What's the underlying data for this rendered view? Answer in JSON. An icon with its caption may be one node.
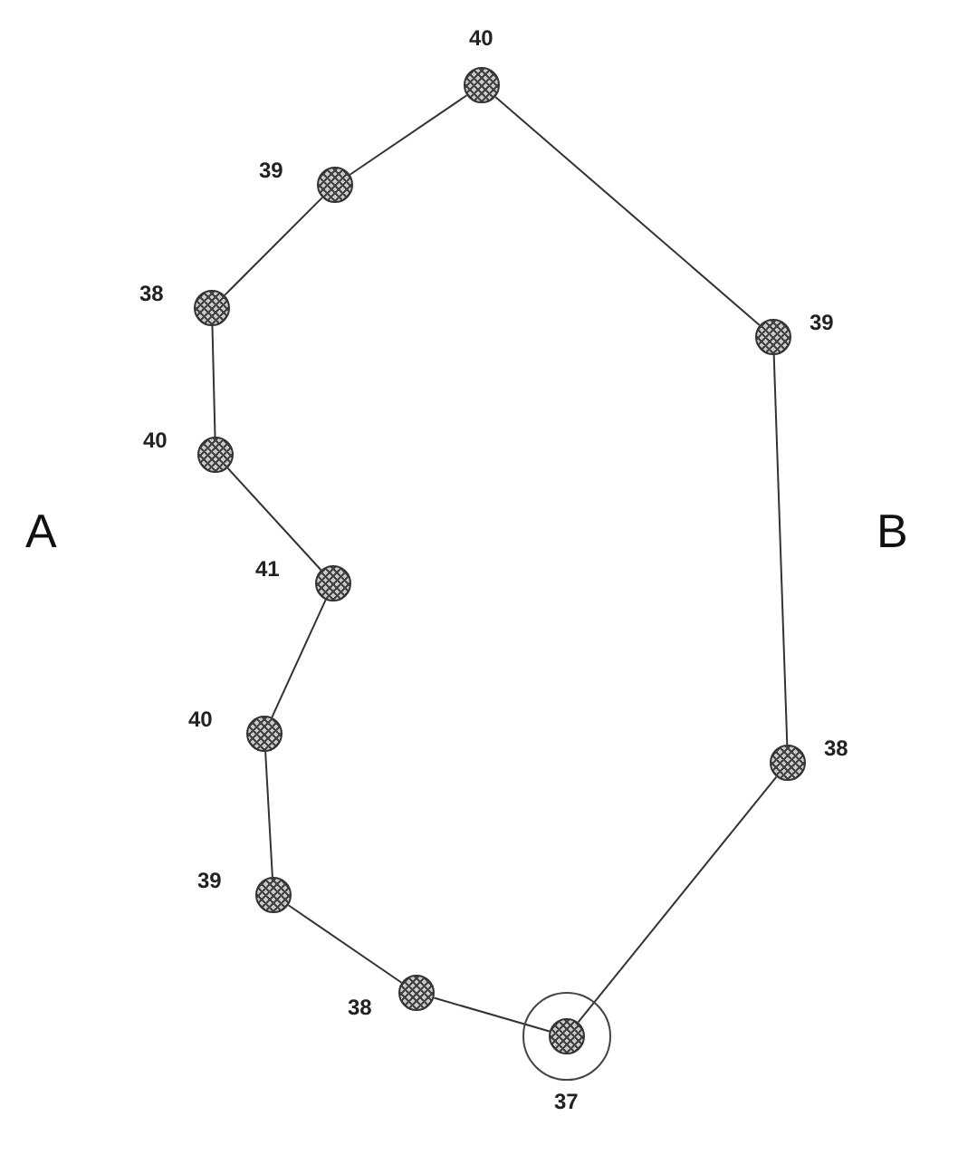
{
  "diagram": {
    "nodes": [
      {
        "text": [],
        "shape": "circle",
        "beside": [
          "40"
        ]
      },
      {
        "text": [],
        "shape": "circle",
        "beside": [
          "39"
        ]
      },
      {
        "text": [],
        "shape": "circle",
        "beside": [
          "38"
        ]
      },
      {
        "text": [],
        "shape": "circle",
        "beside": [
          "39"
        ]
      },
      {
        "text": [],
        "shape": "circle",
        "beside": [
          "40"
        ]
      },
      {
        "text": [],
        "shape": "circle",
        "beside": [
          "41"
        ]
      },
      {
        "text": [],
        "shape": "circle",
        "beside": [
          "40"
        ]
      },
      {
        "text": [],
        "shape": "circle",
        "beside": [
          "38"
        ]
      },
      {
        "text": [],
        "shape": "circle",
        "beside": [
          "39"
        ]
      },
      {
        "text": [],
        "shape": "circle",
        "beside": [
          "38"
        ]
      },
      {
        "text": [],
        "shape": "circle",
        "beside": [
          "37"
        ]
      }
    ],
    "edges": [
      {
        "from": 0,
        "to": 1,
        "arrow": "none"
      },
      {
        "from": 1,
        "to": 2,
        "arrow": "none"
      },
      {
        "from": 2,
        "to": 4,
        "arrow": "none"
      },
      {
        "from": 4,
        "to": 5,
        "arrow": "none"
      },
      {
        "from": 5,
        "to": 6,
        "arrow": "none"
      },
      {
        "from": 6,
        "to": 8,
        "arrow": "none"
      },
      {
        "from": 8,
        "to": 9,
        "arrow": "none"
      },
      {
        "from": 9,
        "to": 10,
        "arrow": "none"
      },
      {
        "from": 10,
        "to": 7,
        "arrow": "none"
      },
      {
        "from": 7,
        "to": 3,
        "arrow": "none"
      },
      {
        "from": 3,
        "to": 0,
        "arrow": "none"
      }
    ],
    "labels": [
      "A",
      "B"
    ]
  }
}
